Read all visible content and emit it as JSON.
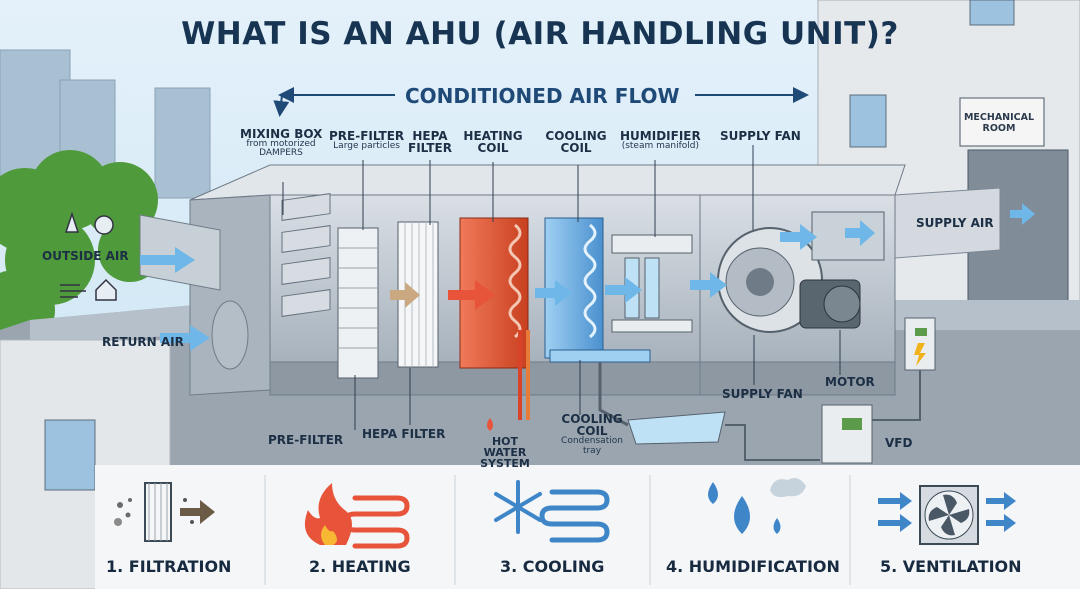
{
  "title": "WHAT IS AN AHU (AIR HANDLING UNIT)?",
  "flow_label": "CONDITIONED AIR FLOW",
  "building_sign": "MECHANICAL ROOM",
  "top_labels": {
    "mixing_box": "MIXING BOX",
    "mixing_box_sub": "from motorized DAMPERS",
    "pre_filter": "PRE-FILTER",
    "pre_filter_sub": "Large particles",
    "hepa_filter": "HEPA FILTER",
    "heating_coil": "HEATING COIL",
    "cooling_coil": "COOLING COIL",
    "humidifier": "HUMIDIFIER",
    "humidifier_sub": "(steam manifold)",
    "supply_fan": "SUPPLY FAN"
  },
  "side_labels": {
    "outside_air": "OUTSIDE AIR",
    "return_air": "RETURN AIR",
    "supply_air": "SUPPLY AIR"
  },
  "bottom_labels": {
    "pre_filter": "PRE-FILTER",
    "hepa_filter": "HEPA FILTER",
    "hot_water": "HOT WATER SYSTEM",
    "cooling_coil": "COOLING COIL",
    "condensation_tray": "Condensation tray",
    "supply_fan": "SUPPLY FAN",
    "motor": "MOTOR",
    "vfd": "VFD"
  },
  "steps": [
    {
      "label": "1. FILTRATION",
      "icon": "filter-icon"
    },
    {
      "label": "2. HEATING",
      "icon": "flame-icon"
    },
    {
      "label": "3. COOLING",
      "icon": "snowflake-icon"
    },
    {
      "label": "4. HUMIDIFICATION",
      "icon": "water-drops-icon"
    },
    {
      "label": "5. VENTILATION",
      "icon": "fan-icon"
    }
  ],
  "colors": {
    "title": "#173552",
    "airflow_arrow": "#5aa9e0",
    "heating": "#e8543a",
    "cooling": "#3f86c9",
    "casing": "#b9c3cc"
  }
}
